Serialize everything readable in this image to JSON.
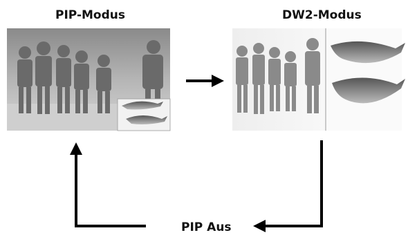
{
  "labels": {
    "pip_mode": "PIP-Modus",
    "dw2_mode": "DW2-Modus",
    "pip_off": "PIP Aus"
  },
  "colors": {
    "arrow": "#000000",
    "photo_bg": "#d9d9d9"
  },
  "images": [
    {
      "name": "pip-mode-screen",
      "depicts": "children-photo-with-dolphin-inset"
    },
    {
      "name": "dw2-mode-screen",
      "depicts": "split-screen-children-and-dolphins"
    }
  ]
}
